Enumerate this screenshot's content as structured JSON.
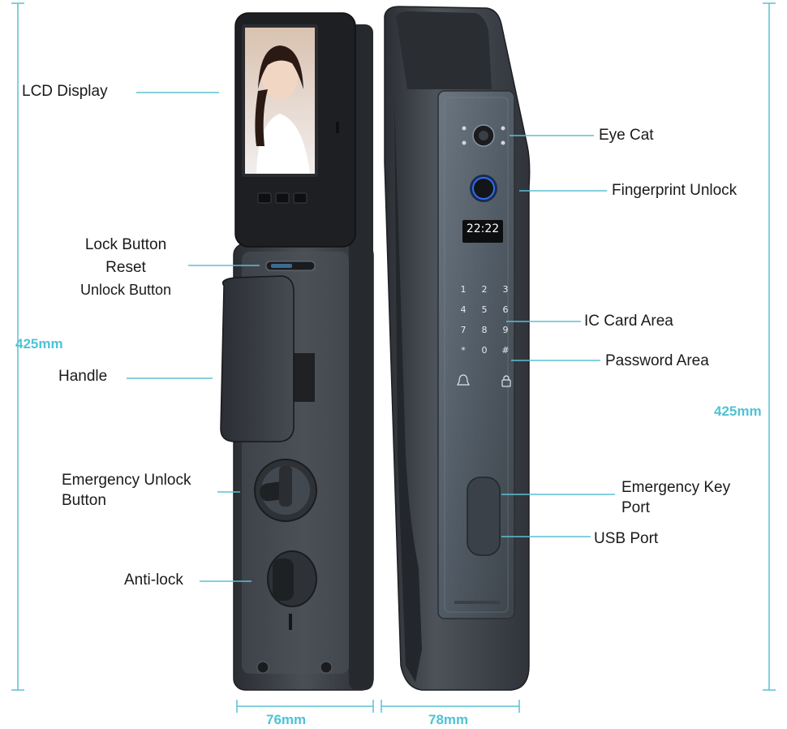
{
  "labels": {
    "lcd_display": "LCD Display",
    "lock_button": "Lock Button",
    "reset": "Reset",
    "unlock_button": "Unlock Button",
    "handle": "Handle",
    "emergency_unlock_line1": "Emergency Unlock",
    "emergency_unlock_line2": "Button",
    "anti_lock": "Anti-lock",
    "eye_cat": "Eye Cat",
    "fingerprint_unlock": "Fingerprint Unlock",
    "ic_card_area": "IC Card Area",
    "password_area": "Password Area",
    "emergency_key_port_line1": "Emergency Key",
    "emergency_key_port_line2": "Port",
    "usb_port": "USB Port"
  },
  "dimensions": {
    "height_left": "425mm",
    "height_right": "425mm",
    "width_front": "76mm",
    "width_side": "78mm"
  },
  "screen": {
    "time": "22:22"
  },
  "keypad": [
    "1",
    "2",
    "3",
    "4",
    "5",
    "6",
    "7",
    "8",
    "9",
    "*",
    "0",
    "#"
  ],
  "colors": {
    "leader_line": "#5bc0d4",
    "dimension_text": "#4fc3d6",
    "lock_body": "#3b3f45",
    "lock_face": "#55606a"
  }
}
